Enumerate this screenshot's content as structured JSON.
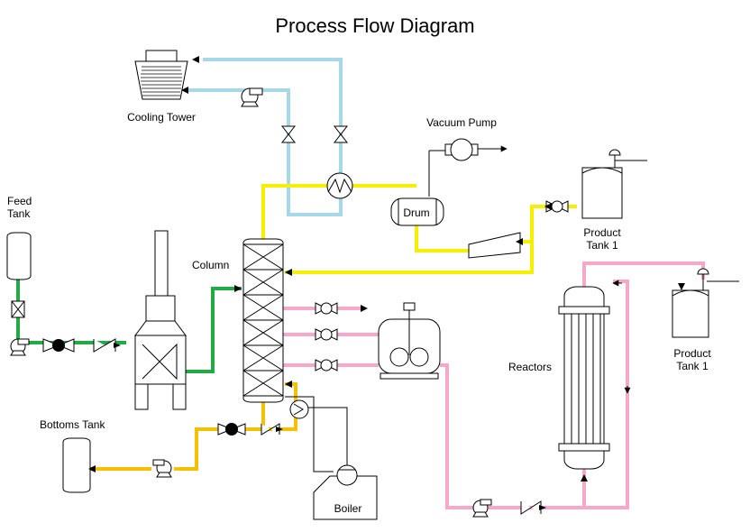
{
  "title": "Process Flow Diagram",
  "labels": {
    "cooling_tower": "Cooling Tower",
    "vacuum_pump": "Vacuum Pump",
    "drum": "Drum",
    "feed_tank_line1": "Feed",
    "feed_tank_line2": "Tank",
    "column": "Column",
    "product_tank_a_line1": "Product",
    "product_tank_a_line2": "Tank 1",
    "product_tank_b_line1": "Product",
    "product_tank_b_line2": "Tank 1",
    "reactors": "Reactors",
    "bottoms_tank": "Bottoms Tank",
    "boiler": "Boiler"
  },
  "colors": {
    "cooling_water": "#a6d8ea",
    "overhead": "#f5ef00",
    "feed": "#22aa44",
    "bottoms": "#f5c000",
    "product": "#f7a8c8",
    "outline": "#000000"
  }
}
